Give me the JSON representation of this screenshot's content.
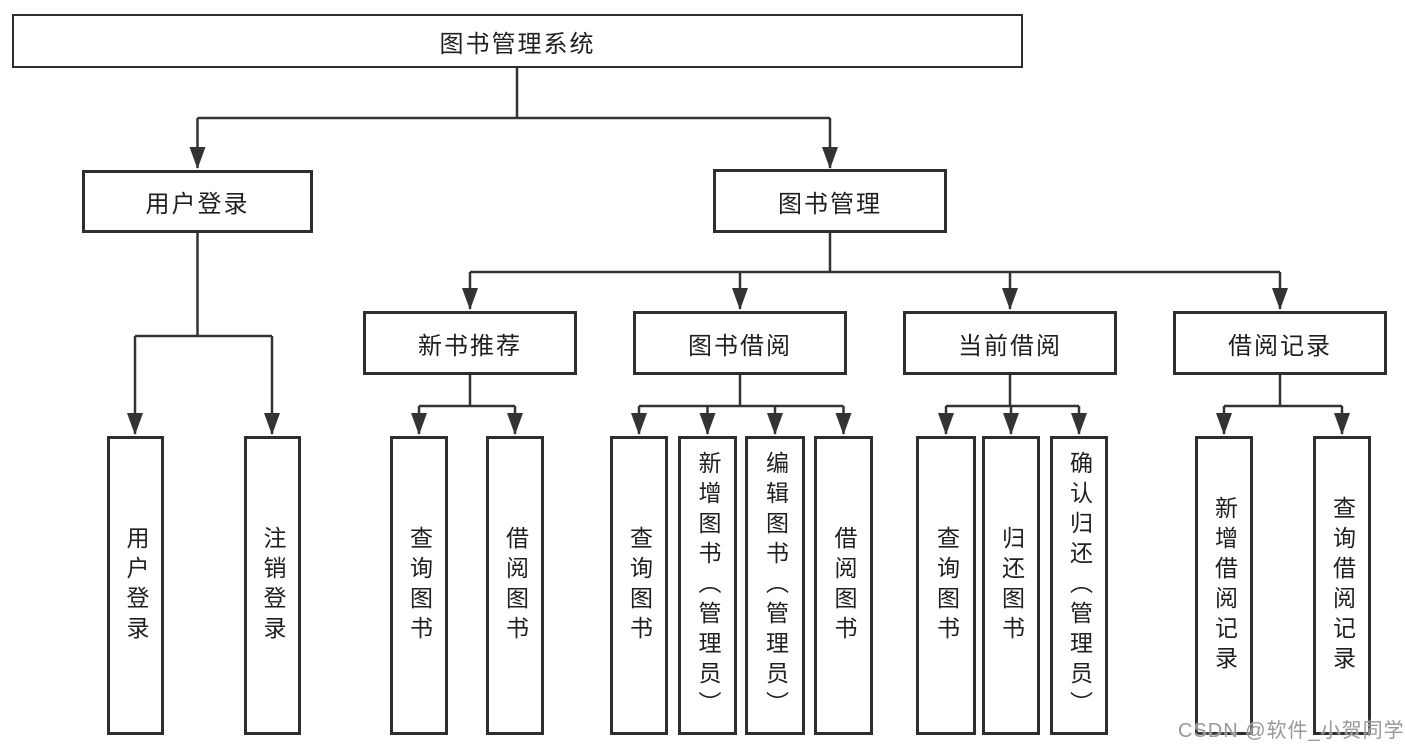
{
  "diagram": {
    "type": "hierarchy-tree",
    "root": {
      "label": "图书管理系统"
    },
    "branches": [
      {
        "label": "用户登录",
        "leaves": [
          "用户登录",
          "注销登录"
        ]
      },
      {
        "label": "图书管理",
        "sections": [
          {
            "label": "新书推荐",
            "leaves": [
              "查询图书",
              "借阅图书"
            ]
          },
          {
            "label": "图书借阅",
            "leaves": [
              "查询图书",
              "新增图书（管理员）",
              "编辑图书（管理员）",
              "借阅图书"
            ]
          },
          {
            "label": "当前借阅",
            "leaves": [
              "查询图书",
              "归还图书",
              "确认归还（管理员）"
            ]
          },
          {
            "label": "借阅记录",
            "leaves": [
              "新增借阅记录",
              "查询借阅记录"
            ]
          }
        ]
      }
    ]
  },
  "watermark": {
    "text": "CSDN @软件_小贺同学"
  },
  "colors": {
    "background": "#ffffff",
    "line": "#333333",
    "box_border": "#2e2e2e",
    "text": "#1f1f1f",
    "watermark": "#989898"
  }
}
